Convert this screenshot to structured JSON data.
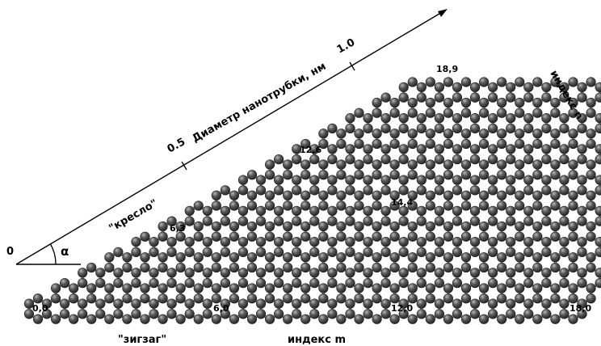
{
  "axis": {
    "title": "Диаметр нанотрубки, нм",
    "ticks": [
      "0.5",
      "1.0"
    ],
    "origin_label": "0",
    "angle_label": "α"
  },
  "labels": {
    "armchair": "\"кресло\"",
    "zigzag": "\"зигзаг\"",
    "index_m": "индекс m",
    "index_n": "индекс n"
  },
  "cells": [
    "0,0",
    "6,0",
    "12,0",
    "18,0",
    "6,3",
    "14,4",
    "12,6",
    "18,9"
  ],
  "colors": {
    "atom": "#4a4a4a",
    "bond": "#6b6b6b",
    "text": "#000000"
  }
}
